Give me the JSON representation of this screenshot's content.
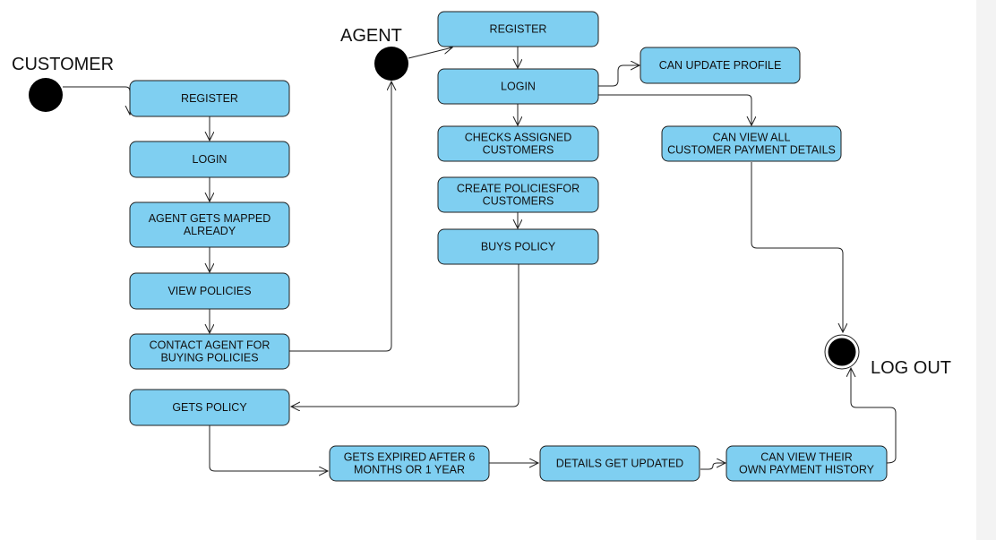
{
  "actors": {
    "customer": "CUSTOMER",
    "agent": "AGENT",
    "logout": "LOG OUT"
  },
  "nodes": {
    "c_register": [
      "REGISTER"
    ],
    "c_login": [
      "LOGIN"
    ],
    "c_agent_mapped": [
      "AGENT GETS MAPPED",
      "ALREADY"
    ],
    "c_view_policies": [
      "VIEW POLICIES"
    ],
    "c_contact_agent": [
      "CONTACT AGENT FOR",
      "BUYING POLICIES"
    ],
    "c_gets_policy": [
      "GETS POLICY"
    ],
    "c_gets_expired": [
      "GETS EXPIRED AFTER 6",
      "MONTHS OR 1 YEAR"
    ],
    "details_updated": [
      "DETAILS GET UPDATED"
    ],
    "view_own_history": [
      "CAN VIEW THEIR",
      "OWN PAYMENT HISTORY"
    ],
    "a_register": [
      "REGISTER"
    ],
    "a_login": [
      "LOGIN"
    ],
    "a_update_profile": [
      "CAN UPDATE PROFILE"
    ],
    "a_checks_customers": [
      "CHECKS ASSIGNED",
      "CUSTOMERS"
    ],
    "a_view_all_payments": [
      "CAN VIEW ALL",
      "CUSTOMER PAYMENT DETAILS"
    ],
    "a_create_policies": [
      "CREATE POLICIESFOR",
      "CUSTOMERS"
    ],
    "a_buys_policy": [
      "BUYS POLICY"
    ]
  },
  "colors": {
    "node_fill": "#7fcff1",
    "stroke": "#1f1f1f",
    "start_dot": "#000000"
  }
}
